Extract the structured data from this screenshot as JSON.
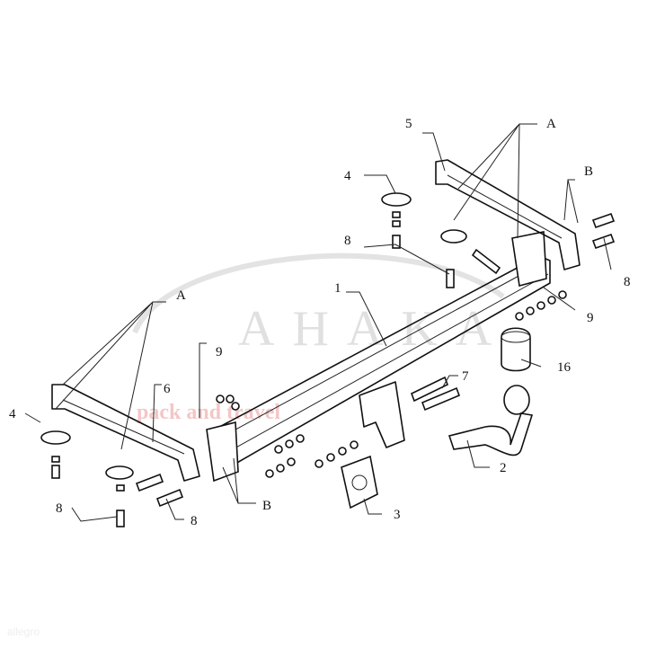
{
  "watermark": {
    "brand": "AHAKA",
    "tagline": "pack and travel",
    "corner_logo": "allegro"
  },
  "labels": {
    "l5": "5",
    "lA_top": "A",
    "l4_top": "4",
    "lB_right": "B",
    "l8_right": "8",
    "l8_mid": "8",
    "l1": "1",
    "l9_right": "9",
    "l16": "16",
    "lA_left": "A",
    "l9_left": "9",
    "l6": "6",
    "l7": "7",
    "l4_left": "4",
    "l2": "2",
    "l8_bl": "8",
    "l8_bm": "8",
    "lB_bottom": "B",
    "l3": "3"
  }
}
